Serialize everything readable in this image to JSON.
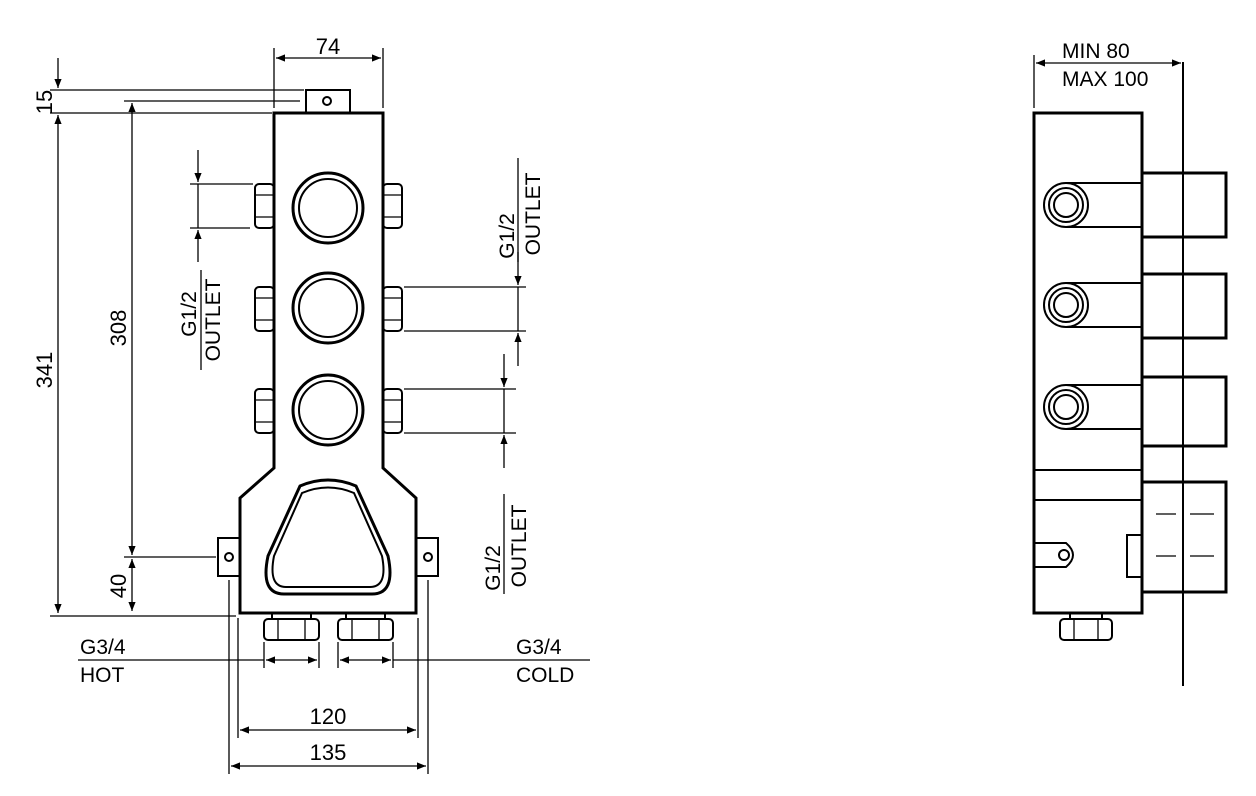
{
  "front_view": {
    "dim_top_width": "74",
    "dim_top_tab": "15",
    "dim_total_height": "341",
    "dim_inner_height": "308",
    "dim_bottom_offset": "40",
    "dim_width_inner": "120",
    "dim_width_outer": "135",
    "outlet_left": {
      "size": "G1/2",
      "label": "OUTLET"
    },
    "outlet_right_top": {
      "size": "G1/2",
      "label": "OUTLET"
    },
    "outlet_right_bottom": {
      "size": "G1/2",
      "label": "OUTLET"
    },
    "inlet_hot": {
      "size": "G3/4",
      "label": "HOT"
    },
    "inlet_cold": {
      "size": "G3/4",
      "label": "COLD"
    }
  },
  "side_view": {
    "depth_min": "MIN 80",
    "depth_max": "MAX 100"
  }
}
